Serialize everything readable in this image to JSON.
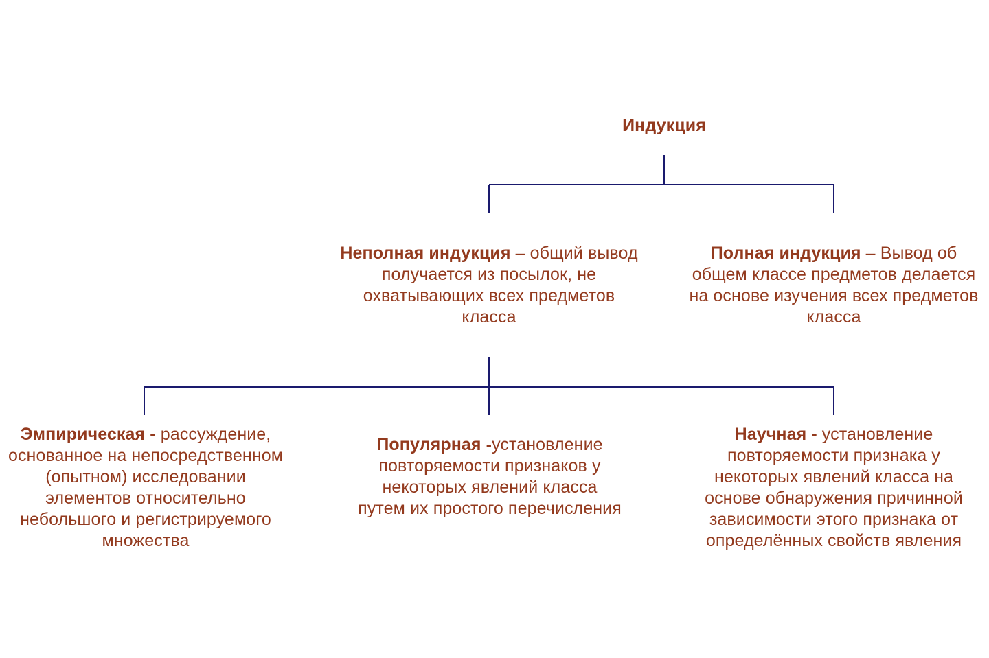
{
  "root": {
    "title": "Индукция"
  },
  "nodes": {
    "incomplete": {
      "term": "Неполная индукция",
      "definition": " – общий вывод получается из посылок, не охватывающих всех предметов класса"
    },
    "complete": {
      "term": "Полная индукция",
      "definition": " – Вывод об общем классе предметов делается на основе изучения всех предметов класса"
    },
    "empirical": {
      "term": "Эмпирическая - ",
      "definition": "рассуждение, основанное на непосредственном (опытном) исследовании элементов относительно небольшого и регистрируемого множества"
    },
    "popular": {
      "term": "Популярная -",
      "definition": "установление повторяемости признаков у некоторых явлений класса путем их простого перечисления"
    },
    "scientific": {
      "term": "Научная - ",
      "definition": "установление повторяемости признака у некоторых явлений класса на основе обнаружения причинной зависимости этого признака от определённых свойств явления"
    }
  },
  "colors": {
    "text": "#933a1e",
    "connector": "#1a1a6e",
    "background": "#ffffff"
  }
}
